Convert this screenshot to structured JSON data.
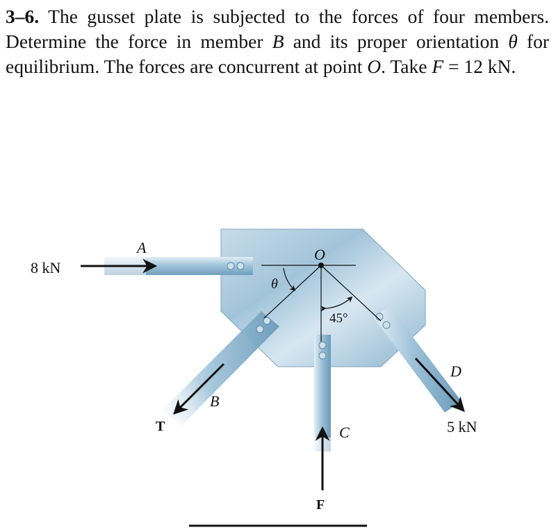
{
  "problem": {
    "number": "3–6.",
    "text_1": "The gusset plate is subjected to the forces of four members. Determine the force in member ",
    "member": "B",
    "text_2": " and its proper orientation ",
    "theta": "θ",
    "text_3": " for equilibrium. The forces are concurrent at point ",
    "point": "O",
    "text_4": ". Take ",
    "F_symbol": "F",
    "text_5": " = 12 kN."
  },
  "figure": {
    "label_A": "A",
    "label_O": "O",
    "label_theta": "θ",
    "label_45": "45°",
    "label_B": "B",
    "label_T": "T",
    "label_C": "C",
    "label_D": "D",
    "label_F": "F",
    "force_A": "8 kN",
    "force_D": "5 kN"
  },
  "colors": {
    "plate": "#a9cbe0",
    "member": "#9cc3dc",
    "ink": "#111111"
  }
}
